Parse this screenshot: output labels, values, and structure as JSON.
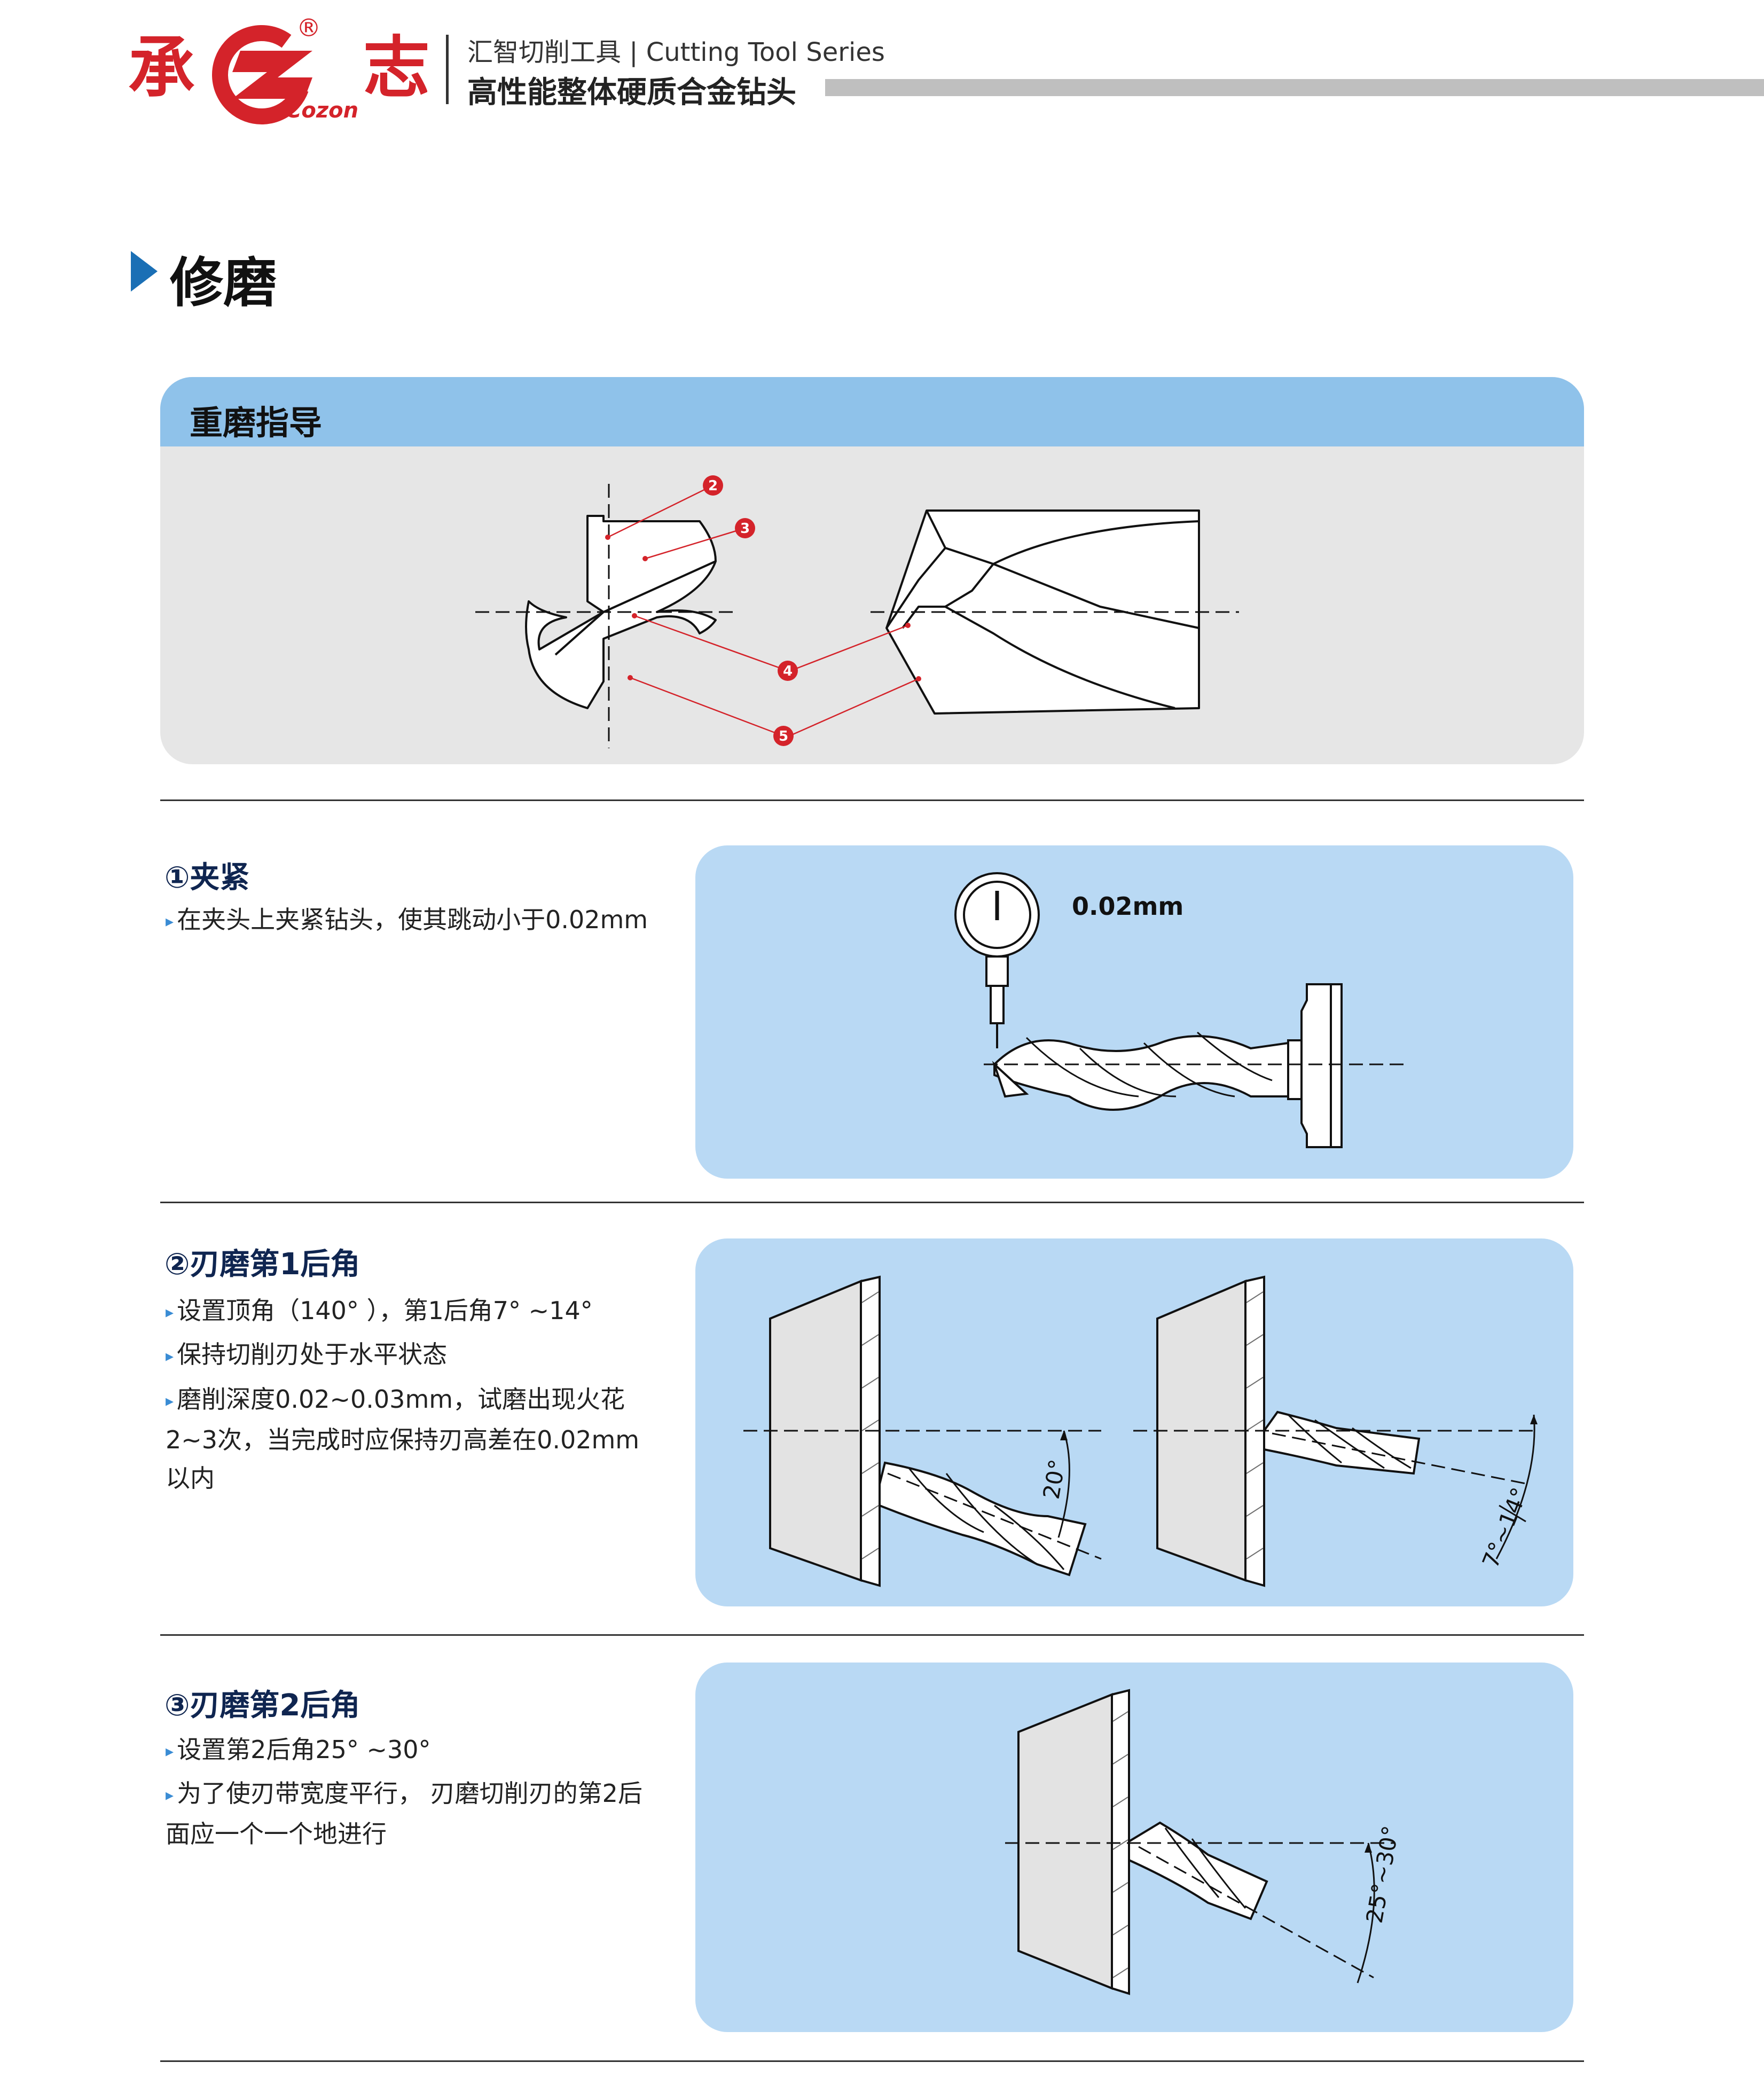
{
  "header": {
    "logo_left_char": "承",
    "logo_right_char": "志",
    "logo_sub": "Cozon",
    "logo_mark": "®",
    "line1": "汇智切削工具 | Cutting Tool Series",
    "line2": "高性能整体硬质合金钻头"
  },
  "section": {
    "title": "修磨"
  },
  "guide": {
    "title": "重磨指导",
    "markers": [
      "2",
      "3",
      "4",
      "5"
    ]
  },
  "steps": [
    {
      "title": "①夹紧",
      "bullets": [
        "在夹头上夹紧钻头，使其跳动小于0.02mm"
      ],
      "figure_label": "0.02mm"
    },
    {
      "title": "②刃磨第1后角",
      "bullets": [
        "设置顶角（140°  ），第1后角7°  ~14°",
        "保持切削刃处于水平状态",
        "磨削深度0.02~0.03mm，试磨出现火花2~3次，当完成时应保持刃高差在0.02mm以内"
      ],
      "angle_a": "20°",
      "angle_b": "7°~14°"
    },
    {
      "title": "③刃磨第2后角",
      "bullets": [
        "设置第2后角25°  ~30°",
        "为了使刃带宽度平行， 刃磨切削刃的第2后面应一个一个地进行"
      ],
      "angle": "25°~30°"
    }
  ],
  "colors": {
    "brand_red": "#d4232a",
    "panel_blue": "#b9d9f4",
    "guide_header_blue": "#8fc2ea",
    "accent_blue": "#1a6fb5",
    "title_navy": "#0f2550"
  }
}
